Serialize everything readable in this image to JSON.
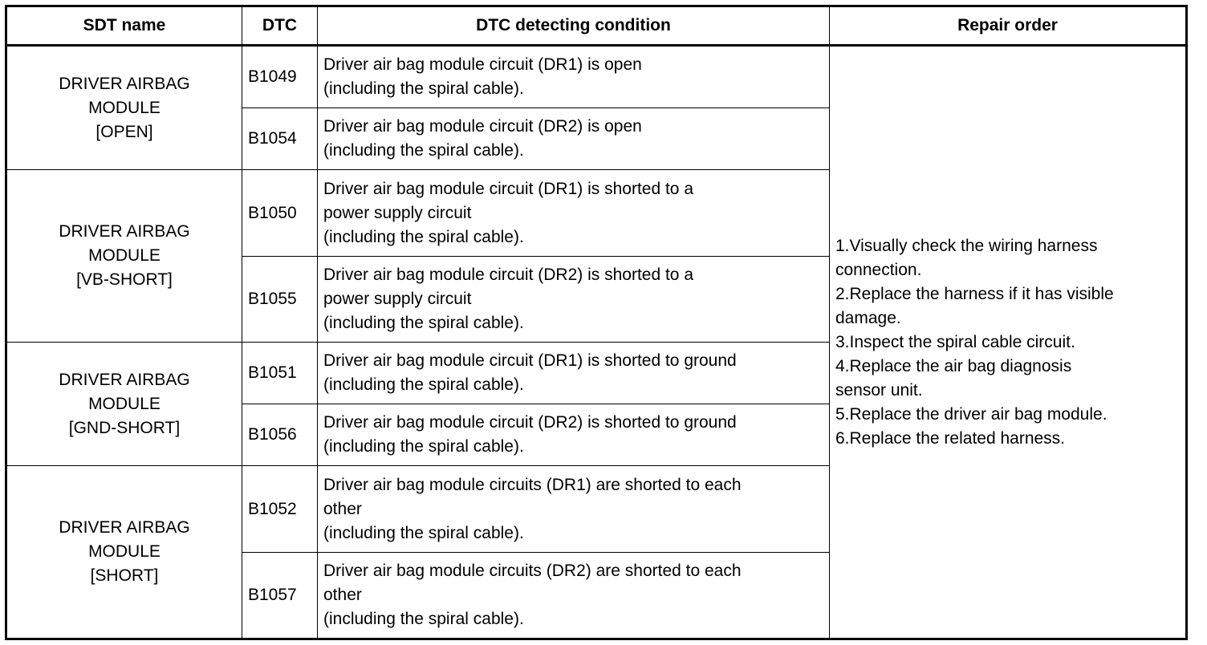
{
  "headers": {
    "sdt_name": "SDT name",
    "dtc": "DTC",
    "condition": "DTC detecting condition",
    "repair": "Repair order"
  },
  "groups": [
    {
      "sdt": [
        "DRIVER AIRBAG",
        "MODULE",
        "[OPEN]"
      ],
      "rows": [
        {
          "dtc": "B1049",
          "condition": [
            "Driver air bag module circuit (DR1) is open",
            "(including the spiral cable)."
          ]
        },
        {
          "dtc": "B1054",
          "condition": [
            "Driver air bag module circuit (DR2) is open",
            "(including the spiral cable)."
          ]
        }
      ]
    },
    {
      "sdt": [
        "DRIVER AIRBAG",
        "MODULE",
        "[VB-SHORT]"
      ],
      "rows": [
        {
          "dtc": "B1050",
          "condition": [
            "Driver air bag module circuit (DR1) is shorted to a",
            "power supply circuit",
            "(including the spiral cable)."
          ]
        },
        {
          "dtc": "B1055",
          "condition": [
            "Driver air bag module circuit (DR2) is shorted to a",
            "power supply circuit",
            "(including the spiral cable)."
          ]
        }
      ]
    },
    {
      "sdt": [
        "DRIVER AIRBAG",
        "MODULE",
        "[GND-SHORT]"
      ],
      "rows": [
        {
          "dtc": "B1051",
          "condition": [
            "Driver air bag module circuit (DR1) is shorted to ground",
            "(including the spiral cable)."
          ]
        },
        {
          "dtc": "B1056",
          "condition": [
            "Driver air bag module circuit (DR2) is shorted to ground",
            "(including the spiral cable)."
          ]
        }
      ]
    },
    {
      "sdt": [
        "DRIVER AIRBAG",
        "MODULE",
        "[SHORT]"
      ],
      "rows": [
        {
          "dtc": "B1052",
          "condition": [
            "Driver air bag module circuits (DR1) are shorted to each",
            "other",
            "(including the spiral cable)."
          ]
        },
        {
          "dtc": "B1057",
          "condition": [
            "Driver air bag module circuits (DR2) are shorted to each",
            "other",
            "(including the spiral cable)."
          ]
        }
      ]
    }
  ],
  "repair_order": [
    "1.Visually check the wiring harness",
    "connection.",
    "2.Replace the harness if it has visible",
    "damage.",
    "3.Inspect the spiral cable circuit.",
    "4.Replace the air bag diagnosis",
    "sensor unit.",
    "5.Replace the driver air bag module.",
    "6.Replace the related harness."
  ]
}
